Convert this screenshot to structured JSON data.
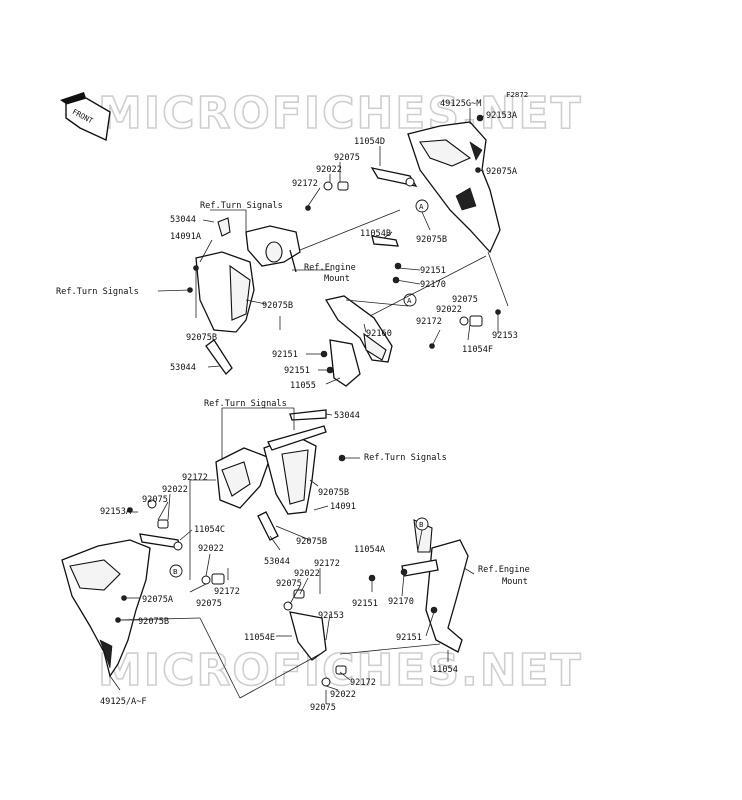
{
  "diagram_code": "F2872",
  "front_label": "FRONT",
  "watermark": "MICROFICHES.NET",
  "labels": {
    "p49125G_M": "49125G~M",
    "p92153A_top": "92153A",
    "p11054D": "11054D",
    "p92075_top": "92075",
    "p92022_top": "92022",
    "p92172_top": "92172",
    "p92075A_top": "92075A",
    "ref_turn_1": "Ref.Turn Signals",
    "p53044_a": "53044",
    "p14091A": "14091A",
    "p92075B_top": "92075B",
    "p11054B": "11054B",
    "ref_engine_1": "Ref.Engine",
    "ref_engine_1b": "Mount",
    "p92151_a": "92151",
    "p92170_a": "92170",
    "ref_turn_2": "Ref.Turn Signals",
    "p92075_r": "92075",
    "p92022_r": "92022",
    "p92172_r": "92172",
    "p92153_r": "92153",
    "p11054F": "11054F",
    "p92075B_mid": "92075B",
    "p92160": "92160",
    "p92151_b": "92151",
    "p92151_c": "92151",
    "p11055": "11055",
    "p53044_b": "53044",
    "ref_turn_3": "Ref.Turn Signals",
    "p53044_c": "53044",
    "ref_turn_4": "Ref.Turn Signals",
    "p92172_l": "92172",
    "p92022_l": "92022",
    "p92075_l": "92075",
    "p92075B_lo": "92075B",
    "p14091": "14091",
    "p92153A_l": "92153A",
    "p11054C": "11054C",
    "p92022_l2": "92022",
    "p92172_l2": "92172",
    "p92075_l2": "92075",
    "p92075A_l": "92075A",
    "p92075B_l": "92075B",
    "p53044_d": "53044",
    "p92075B_lo2": "92075B",
    "p11054A": "11054A",
    "ref_engine_2": "Ref.Engine",
    "ref_engine_2b": "Mount",
    "p92172_lo": "92172",
    "p92022_lo": "92022",
    "p92075_lo": "92075",
    "p92151_d": "92151",
    "p92170_b": "92170",
    "p92153_lo": "92153",
    "p92151_e": "92151",
    "p11054E": "11054E",
    "p11054": "11054",
    "p92172_lo2": "92172",
    "p92022_lo2": "92022",
    "p92075_lo2": "92075",
    "p49125A_F": "49125/A~F"
  },
  "callouts": {
    "a1": "A",
    "a2": "A",
    "b1": "B",
    "b2": "B"
  }
}
